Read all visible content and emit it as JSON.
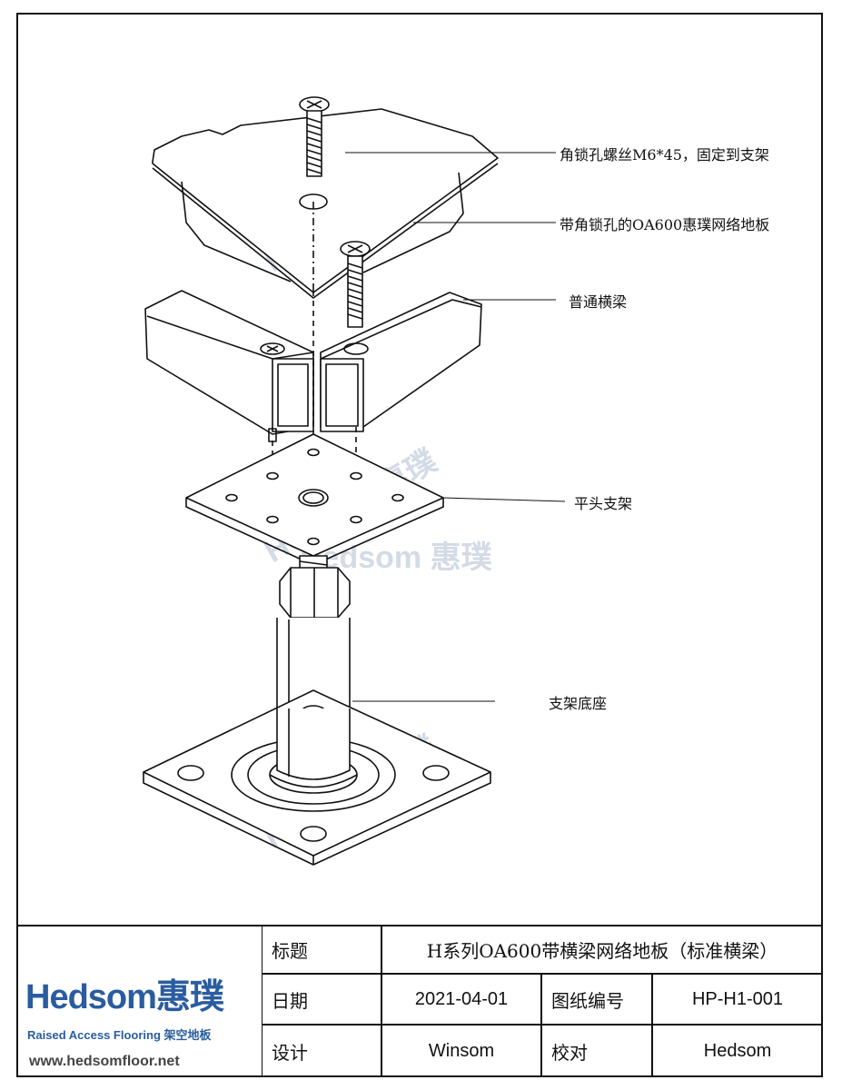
{
  "callouts": [
    {
      "id": "screw",
      "text": "角锁孔螺丝M6*45，固定到支架"
    },
    {
      "id": "panel",
      "text": "带角锁孔的OA600惠璞网络地板"
    },
    {
      "id": "stringer",
      "text": "普通横梁"
    },
    {
      "id": "head",
      "text": "平头支架"
    },
    {
      "id": "base",
      "text": "支架底座"
    }
  ],
  "watermark": {
    "text": "Hedsom 惠璞"
  },
  "title_block": {
    "title_label": "标题",
    "title_value": "H系列OA600带横梁网络地板（标准横梁）",
    "date_label": "日期",
    "date_value": "2021-04-01",
    "drawing_no_label": "图纸编号",
    "drawing_no_value": "HP-H1-001",
    "design_label": "设计",
    "design_value": "Winsom",
    "check_label": "校对",
    "check_value": "Hedsom"
  },
  "logo": {
    "name": "Hedsom惠璞",
    "tagline": "Raised Access Flooring 架空地板",
    "url": "www.hedsomfloor.net"
  },
  "colors": {
    "line": "#111111",
    "brand_blue": "#2a5ca0",
    "watermark": "#c9d3e0"
  }
}
